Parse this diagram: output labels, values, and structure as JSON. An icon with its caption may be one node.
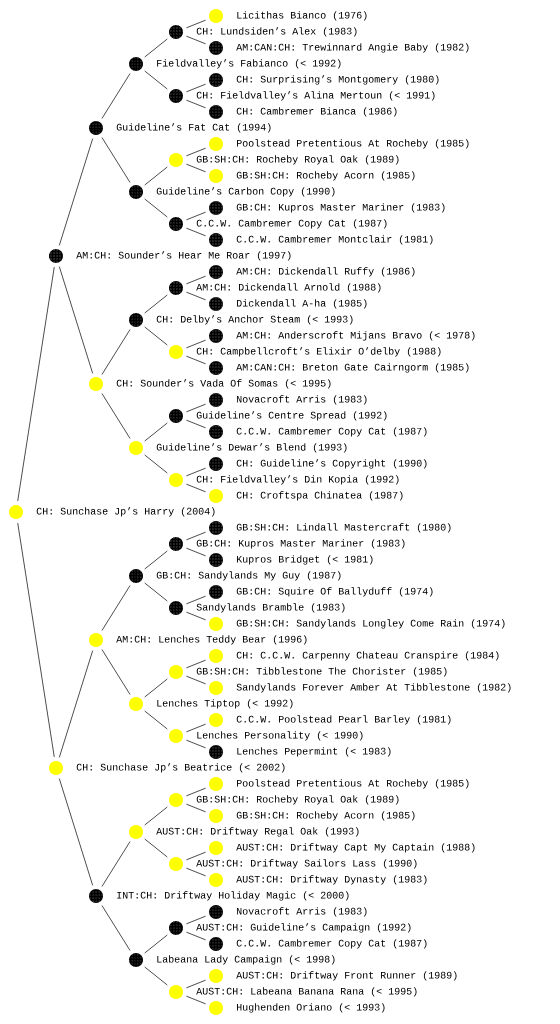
{
  "diagram": {
    "nodes": [
      {
        "text": [
          "Licithas Bianco (1976)"
        ]
      },
      {
        "text": [
          "CH: Lundsiden’s Alex (1983)"
        ]
      },
      {
        "text": [
          "AM:CAN:CH: Trewinnard Angie Baby (1982)"
        ]
      },
      {
        "text": [
          "Fieldvalley’s Fabianco (< 1992)"
        ]
      },
      {
        "text": [
          "CH: Surprising’s Montgomery (1980)"
        ]
      },
      {
        "text": [
          "CH: Fieldvalley’s Alina Mertoun (< 1991)"
        ]
      },
      {
        "text": [
          "CH: Cambremer Bianca (1986)"
        ]
      },
      {
        "text": [
          "Guideline’s Fat Cat (1994)"
        ]
      },
      {
        "text": [
          "Poolstead Pretentious At Rocheby (1985)"
        ]
      },
      {
        "text": [
          "GB:SH:CH: Rocheby Royal Oak (1989)"
        ]
      },
      {
        "text": [
          "GB:SH:CH: Rocheby Acorn (1985)"
        ]
      },
      {
        "text": [
          "Guideline’s Carbon Copy (1990)"
        ]
      },
      {
        "text": [
          "GB:CH: Kupros Master Mariner (1983)"
        ]
      },
      {
        "text": [
          "C.C.W. Cambremer Copy Cat (1987)"
        ]
      },
      {
        "text": [
          "C.C.W. Cambremer Montclair (1981)"
        ]
      },
      {
        "text": [
          "AM:CH: Sounder’s Hear Me Roar (1997)"
        ]
      },
      {
        "text": [
          "AM:CH: Dickendall Ruffy (1986)"
        ]
      },
      {
        "text": [
          "AM:CH: Dickendall Arnold (1988)"
        ]
      },
      {
        "text": [
          "Dickendall A-ha (1985)"
        ]
      },
      {
        "text": [
          "CH: Delby’s Anchor Steam (< 1993)"
        ]
      },
      {
        "text": [
          "AM:CH: Anderscroft Mijans Bravo (< 1978)"
        ]
      },
      {
        "text": [
          "CH: Campbellcroft’s Elixir O’delby (1988)"
        ]
      },
      {
        "text": [
          "AM:CAN:CH: Breton Gate Cairngorm (1985)"
        ]
      },
      {
        "text": [
          "CH: Sounder’s Vada Of Somas (< 1995)"
        ]
      },
      {
        "text": [
          "Novacroft Arris (1983)"
        ]
      },
      {
        "text": [
          "Guideline’s Centre Spread (1992)"
        ]
      },
      {
        "text": [
          "C.C.W. Cambremer Copy Cat (1987)"
        ]
      },
      {
        "text": [
          "Guideline’s Dewar’s Blend (1993)"
        ]
      },
      {
        "text": [
          "CH: Guideline’s Copyright (1990)"
        ]
      },
      {
        "text": [
          "CH: Fieldvalley’s Din Kopia (1992)"
        ]
      },
      {
        "text": [
          "CH: Croftspa Chinatea (1987)"
        ]
      },
      {
        "text": [
          "CH: Sunchase Jp’s Harry (2004)"
        ]
      },
      {
        "text": [
          "GB:SH:CH: Lindall Mastercraft (1980)"
        ]
      },
      {
        "text": [
          "GB:CH: Kupros Master Mariner (1983)"
        ]
      },
      {
        "text": [
          "Kupros Bridget (< 1981)"
        ]
      },
      {
        "text": [
          "GB:CH: Sandylands My Guy (1987)"
        ]
      },
      {
        "text": [
          "GB:CH: Squire Of Ballyduff (1974)"
        ]
      },
      {
        "text": [
          "Sandylands Bramble (1983)"
        ]
      },
      {
        "text": [
          "GB:SH:CH: Sandylands Longley Come Rain (1974)"
        ]
      },
      {
        "text": [
          "AM:CH: Lenches Teddy Bear (1996)"
        ]
      },
      {
        "text": [
          "CH: C.C.W. Carpenny Chateau Cranspire (1984)"
        ]
      },
      {
        "text": [
          "GB:SH:CH: Tibblestone The Chorister (1985)"
        ]
      },
      {
        "text": [
          "Sandylands Forever Amber At Tibblestone (1982)"
        ]
      },
      {
        "text": [
          "Lenches Tiptop (< 1992)"
        ]
      },
      {
        "text": [
          "C.C.W. Poolstead Pearl Barley (1981)"
        ]
      },
      {
        "text": [
          "Lenches Personality (< 1990)"
        ]
      },
      {
        "text": [
          "Lenches Pepermint (< 1983)"
        ]
      },
      {
        "text": [
          "CH: Sunchase Jp’s Beatrice (< 2002)"
        ]
      },
      {
        "text": [
          "Poolstead Pretentious At Rocheby (1985)"
        ]
      },
      {
        "text": [
          "GB:SH:CH: Rocheby Royal Oak (1989)"
        ]
      },
      {
        "text": [
          "GB:SH:CH: Rocheby Acorn (1985)"
        ]
      },
      {
        "text": [
          "AUST:CH: Driftway Regal Oak (1993)"
        ]
      },
      {
        "text": [
          "AUST:CH: Driftway Capt My Captain (1988)"
        ]
      },
      {
        "text": [
          "AUST:CH: Driftway Sailors Lass (1990)"
        ]
      },
      {
        "text": [
          "AUST:CH: Driftway Dynasty (1983)"
        ]
      },
      {
        "text": [
          "INT:CH: Driftway Holiday Magic (< 2000)"
        ]
      },
      {
        "text": [
          "Novacroft Arris (1983)"
        ]
      },
      {
        "text": [
          "AUST:CH: Guideline’s Campaign (1992)"
        ]
      },
      {
        "text": [
          "C.C.W. Cambremer Copy Cat (1987)"
        ]
      },
      {
        "text": [
          "Labeana Lady Campaign (< 1998)"
        ]
      },
      {
        "text": [
          "AUST:CH: Driftway Front Runner (1989)"
        ]
      },
      {
        "text": [
          "AUST:CH: Labeana Banana Rana (< 1995)"
        ]
      },
      {
        "text": [
          "Hughenden Oriano (< 1993)"
        ]
      }
    ],
    "edges": [
      {
        "from": 1,
        "to": 0,
        "arrow": "none"
      },
      {
        "from": 1,
        "to": 2,
        "arrow": "none"
      },
      {
        "from": 3,
        "to": 1,
        "arrow": "none"
      },
      {
        "from": 3,
        "to": 5,
        "arrow": "none"
      },
      {
        "from": 5,
        "to": 4,
        "arrow": "none"
      },
      {
        "from": 5,
        "to": 6,
        "arrow": "none"
      },
      {
        "from": 7,
        "to": 3,
        "arrow": "none"
      },
      {
        "from": 7,
        "to": 11,
        "arrow": "none"
      },
      {
        "from": 9,
        "to": 8,
        "arrow": "none"
      },
      {
        "from": 9,
        "to": 10,
        "arrow": "none"
      },
      {
        "from": 11,
        "to": 9,
        "arrow": "none"
      },
      {
        "from": 11,
        "to": 13,
        "arrow": "none"
      },
      {
        "from": 13,
        "to": 12,
        "arrow": "none"
      },
      {
        "from": 13,
        "to": 14,
        "arrow": "none"
      },
      {
        "from": 15,
        "to": 7,
        "arrow": "none"
      },
      {
        "from": 15,
        "to": 23,
        "arrow": "none"
      },
      {
        "from": 17,
        "to": 16,
        "arrow": "none"
      },
      {
        "from": 17,
        "to": 18,
        "arrow": "none"
      },
      {
        "from": 19,
        "to": 17,
        "arrow": "none"
      },
      {
        "from": 19,
        "to": 21,
        "arrow": "none"
      },
      {
        "from": 21,
        "to": 20,
        "arrow": "none"
      },
      {
        "from": 21,
        "to": 22,
        "arrow": "none"
      },
      {
        "from": 23,
        "to": 19,
        "arrow": "none"
      },
      {
        "from": 23,
        "to": 27,
        "arrow": "none"
      },
      {
        "from": 25,
        "to": 24,
        "arrow": "none"
      },
      {
        "from": 25,
        "to": 26,
        "arrow": "none"
      },
      {
        "from": 27,
        "to": 25,
        "arrow": "none"
      },
      {
        "from": 27,
        "to": 29,
        "arrow": "none"
      },
      {
        "from": 29,
        "to": 28,
        "arrow": "none"
      },
      {
        "from": 29,
        "to": 30,
        "arrow": "none"
      },
      {
        "from": 31,
        "to": 15,
        "arrow": "none"
      },
      {
        "from": 31,
        "to": 47,
        "arrow": "none"
      },
      {
        "from": 33,
        "to": 32,
        "arrow": "none"
      },
      {
        "from": 33,
        "to": 34,
        "arrow": "none"
      },
      {
        "from": 35,
        "to": 33,
        "arrow": "none"
      },
      {
        "from": 35,
        "to": 37,
        "arrow": "none"
      },
      {
        "from": 37,
        "to": 36,
        "arrow": "none"
      },
      {
        "from": 37,
        "to": 38,
        "arrow": "none"
      },
      {
        "from": 39,
        "to": 35,
        "arrow": "none"
      },
      {
        "from": 39,
        "to": 43,
        "arrow": "none"
      },
      {
        "from": 41,
        "to": 40,
        "arrow": "none"
      },
      {
        "from": 41,
        "to": 42,
        "arrow": "none"
      },
      {
        "from": 43,
        "to": 41,
        "arrow": "none"
      },
      {
        "from": 43,
        "to": 45,
        "arrow": "none"
      },
      {
        "from": 45,
        "to": 44,
        "arrow": "none"
      },
      {
        "from": 45,
        "to": 46,
        "arrow": "none"
      },
      {
        "from": 47,
        "to": 39,
        "arrow": "none"
      },
      {
        "from": 47,
        "to": 55,
        "arrow": "none"
      },
      {
        "from": 49,
        "to": 48,
        "arrow": "none"
      },
      {
        "from": 49,
        "to": 50,
        "arrow": "none"
      },
      {
        "from": 51,
        "to": 49,
        "arrow": "none"
      },
      {
        "from": 51,
        "to": 53,
        "arrow": "none"
      },
      {
        "from": 53,
        "to": 52,
        "arrow": "none"
      },
      {
        "from": 53,
        "to": 54,
        "arrow": "none"
      },
      {
        "from": 55,
        "to": 51,
        "arrow": "none"
      },
      {
        "from": 55,
        "to": 59,
        "arrow": "none"
      },
      {
        "from": 57,
        "to": 56,
        "arrow": "none"
      },
      {
        "from": 57,
        "to": 58,
        "arrow": "none"
      },
      {
        "from": 59,
        "to": 57,
        "arrow": "none"
      },
      {
        "from": 59,
        "to": 61,
        "arrow": "none"
      },
      {
        "from": 61,
        "to": 60,
        "arrow": "none"
      },
      {
        "from": 61,
        "to": 62,
        "arrow": "none"
      }
    ]
  }
}
